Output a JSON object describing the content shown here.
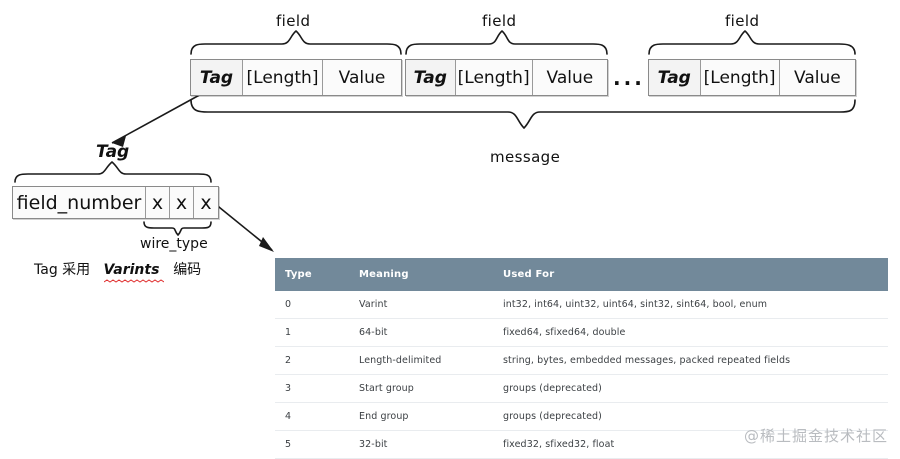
{
  "diagram": {
    "title": "Protocol Buffers message / tag encoding diagram",
    "brace_labels": {
      "field_1": "field",
      "field_2": "field",
      "field_3": "field",
      "message": "message",
      "tag": "Tag",
      "wire_type": "wire_type"
    },
    "message_strip": {
      "groups": [
        {
          "tag": "Tag",
          "length": "[Length]",
          "value": "Value"
        },
        {
          "tag": "Tag",
          "length": "[Length]",
          "value": "Value"
        },
        {
          "tag": "Tag",
          "length": "[Length]",
          "value": "Value"
        }
      ],
      "ellipsis": "..."
    },
    "tag_detail": {
      "field_number": "field_number",
      "bits": [
        "x",
        "x",
        "x"
      ]
    },
    "note": {
      "prefix": "Tag  ",
      "word_before": "采用",
      "emphasis": "Varints",
      "suffix": "编码",
      "emphasis_underline_color": "#e03030"
    }
  },
  "table": {
    "columns": [
      "Type",
      "Meaning",
      "Used For"
    ],
    "header_bg": "#72899a",
    "header_fg": "#ffffff",
    "rows": [
      {
        "type": "0",
        "meaning": "Varint",
        "used_for": "int32, int64, uint32, uint64, sint32, sint64, bool, enum"
      },
      {
        "type": "1",
        "meaning": "64-bit",
        "used_for": "fixed64, sfixed64, double"
      },
      {
        "type": "2",
        "meaning": "Length-delimited",
        "used_for": "string, bytes, embedded messages, packed repeated fields"
      },
      {
        "type": "3",
        "meaning": "Start group",
        "used_for": "groups (deprecated)"
      },
      {
        "type": "4",
        "meaning": "End group",
        "used_for": "groups (deprecated)"
      },
      {
        "type": "5",
        "meaning": "32-bit",
        "used_for": "fixed32, sfixed32, float"
      }
    ]
  },
  "watermark": {
    "text": "@稀土掘金技术社区",
    "color": "#b9bcc0"
  }
}
